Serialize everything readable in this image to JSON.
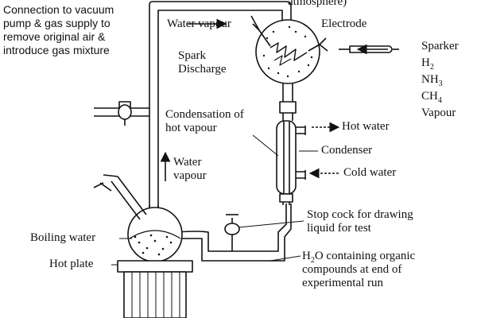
{
  "diagram": {
    "title": "Miller-Urey experiment apparatus",
    "labels": {
      "connection_line1": "Connection to vacuum",
      "connection_line2": "pump & gas supply to",
      "connection_line3": "remove original air &",
      "connection_line4": "introduce gas mixture",
      "atmosphere": "atmosphere)",
      "water_vapour_top": "Water vapour",
      "electrode": "Electrode",
      "spark_line1": "Spark",
      "spark_line2": "Discharge",
      "sparker": "Sparker",
      "gas_h": "H",
      "gas_h_sub": "2",
      "gas_nh": "NH",
      "gas_nh_sub": "3",
      "gas_ch": "CH",
      "gas_ch_sub": "4",
      "gas_vapour": "Vapour",
      "condensation_line1": "Condensation of",
      "condensation_line2": "hot vapour",
      "hot_water": "Hot water",
      "condenser": "Condenser",
      "cold_water": "Cold water",
      "water_vapour_side_line1": "Water",
      "water_vapour_side_line2": "vapour",
      "stopcock_line1": "Stop cock for drawing",
      "stopcock_line2": "liquid for test",
      "boiling_water": "Boiling water",
      "hot_plate": "Hot plate",
      "h2o_prefix": "H",
      "h2o_sub": "2",
      "h2o_rest": "O containing organic",
      "h2o_line2": "compounds at end of",
      "h2o_line3": "experimental run"
    },
    "colors": {
      "ink": "#111111",
      "background": "#ffffff"
    }
  }
}
